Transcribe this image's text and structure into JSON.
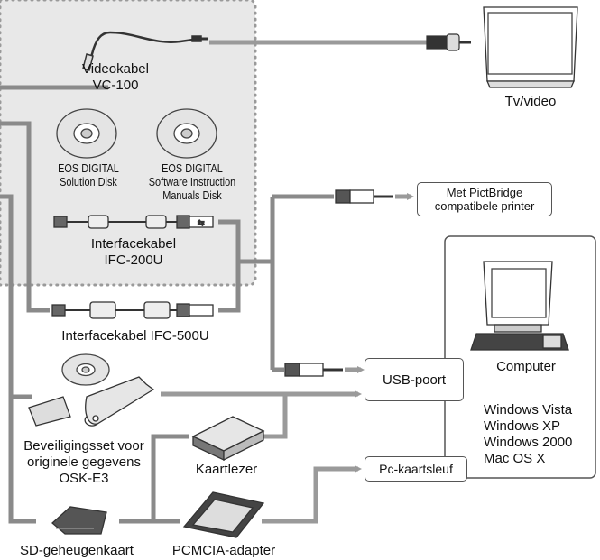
{
  "kit_region_color": "#e8e8e8",
  "connector_color": "#8a8a8a",
  "arrow_color": "#9a9a9a",
  "icons": [
    "video-cable-icon",
    "tv-monitor-icon",
    "cd-disc-icon",
    "usb-cable-icon",
    "computer-icon",
    "sd-card-icon",
    "card-reader-icon",
    "pcmcia-adapter-icon",
    "usb-dongle-icon"
  ],
  "labels": {
    "tv_video": "Tv/video",
    "video_cable_name": "Videokabel",
    "video_cable_model": "VC-100",
    "solution_disk_line1": "EOS DIGITAL",
    "solution_disk_line2": "Solution Disk",
    "manuals_disk_line1": "EOS DIGITAL",
    "manuals_disk_line2": "Software Instruction",
    "manuals_disk_line3": "Manuals Disk",
    "ifc200_line1": "Interfacekabel",
    "ifc200_line2": "IFC-200U",
    "ifc500": "Interfacekabel IFC-500U",
    "printer_line1": "Met PictBridge",
    "printer_line2": "compatibele printer",
    "computer": "Computer",
    "usb_port": "USB-poort",
    "os": [
      "Windows Vista",
      "Windows XP",
      "Windows 2000",
      "Mac OS X"
    ],
    "osk_line1": "Beveiligingsset voor",
    "osk_line2": "originele gegevens",
    "osk_line3": "OSK-E3",
    "card_reader": "Kaartlezer",
    "pc_card_slot": "Pc-kaartsleuf",
    "sd_card": "SD-geheugenkaart",
    "pcmcia": "PCMCIA-adapter"
  }
}
